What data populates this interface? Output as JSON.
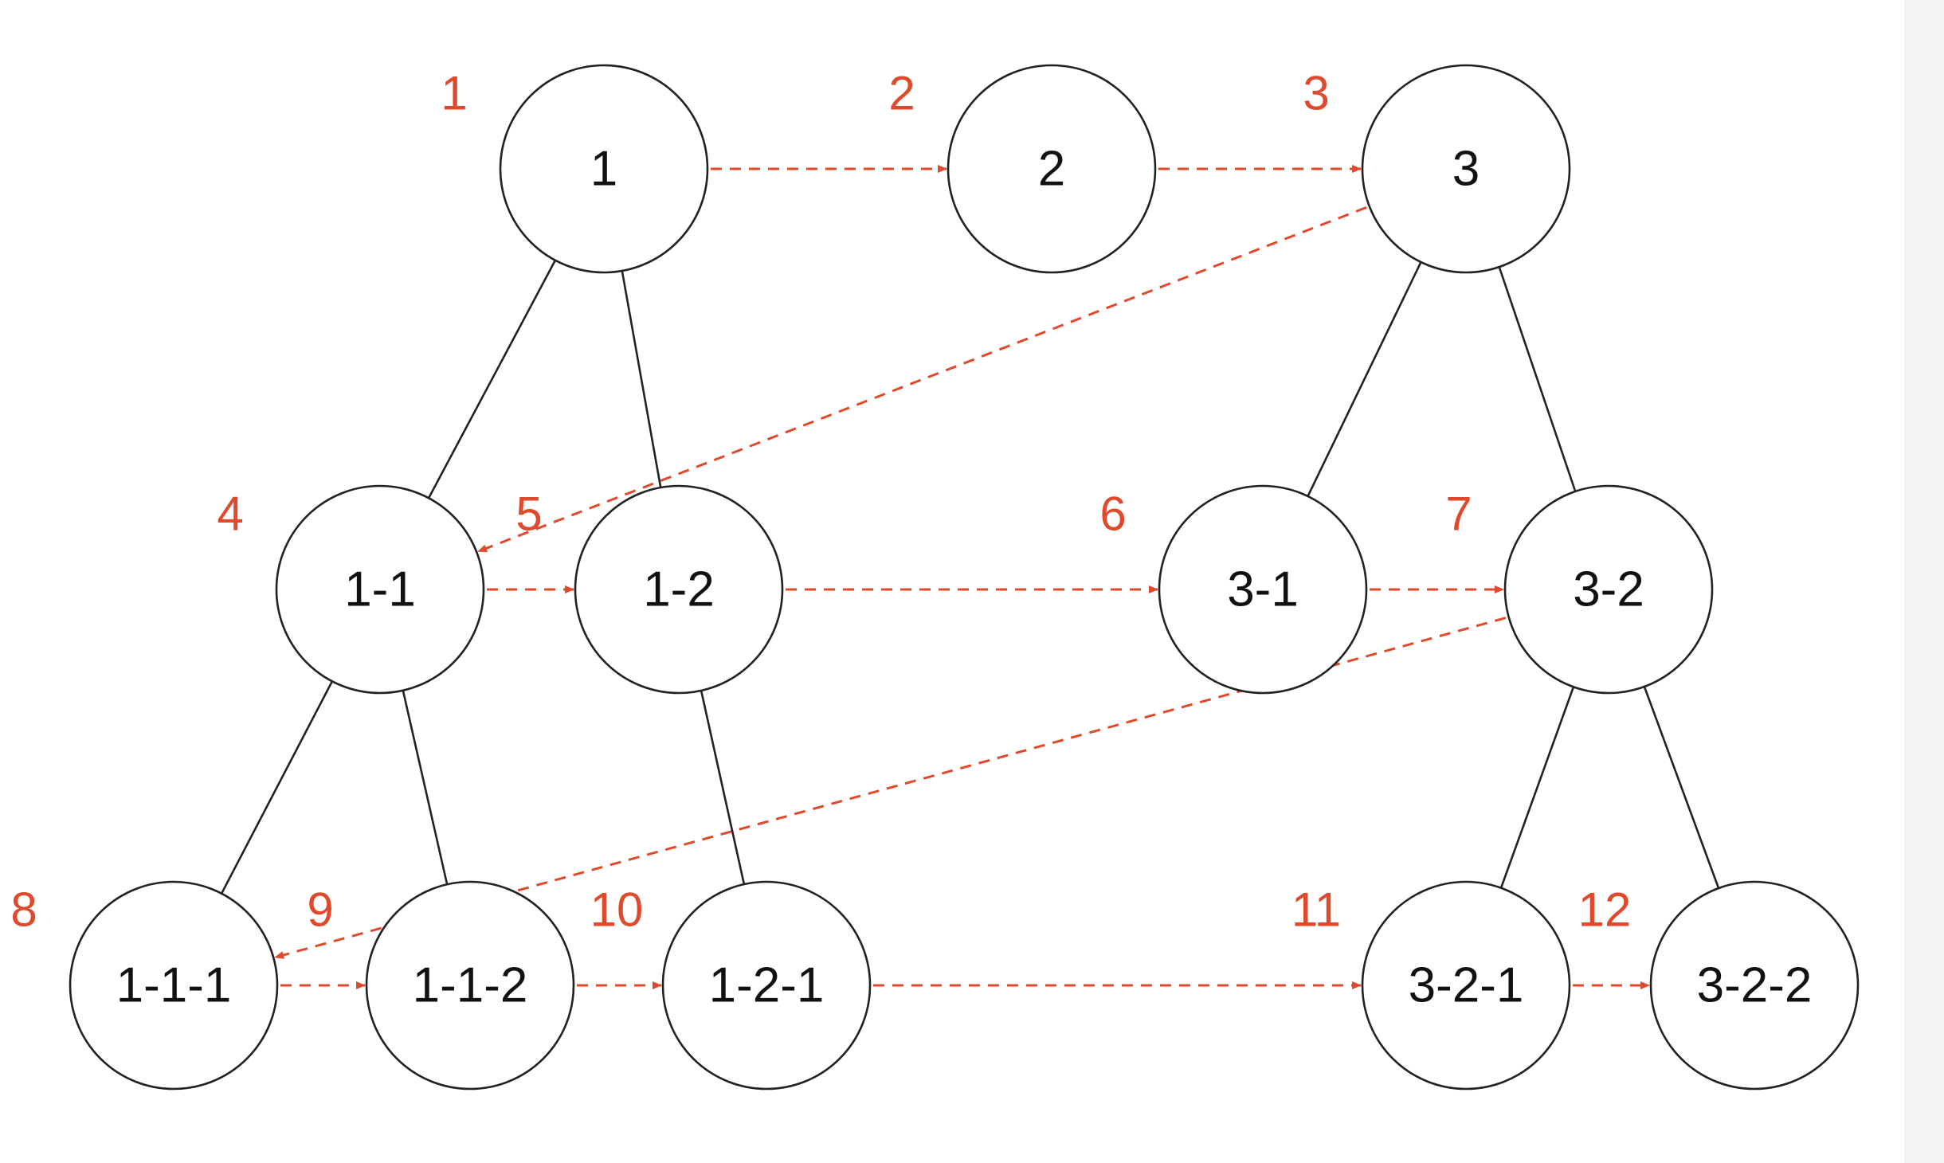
{
  "colors": {
    "accent": "#e0492b",
    "node_stroke": "#222222",
    "node_fill": "#ffffff",
    "background": "#ffffff"
  },
  "nodes": [
    {
      "id": "1",
      "label": "1",
      "order": "1"
    },
    {
      "id": "2",
      "label": "2",
      "order": "2"
    },
    {
      "id": "3",
      "label": "3",
      "order": "3"
    },
    {
      "id": "1-1",
      "label": "1-1",
      "order": "4"
    },
    {
      "id": "1-2",
      "label": "1-2",
      "order": "5"
    },
    {
      "id": "3-1",
      "label": "3-1",
      "order": "6"
    },
    {
      "id": "3-2",
      "label": "3-2",
      "order": "7"
    },
    {
      "id": "1-1-1",
      "label": "1-1-1",
      "order": "8"
    },
    {
      "id": "1-1-2",
      "label": "1-1-2",
      "order": "9"
    },
    {
      "id": "1-2-1",
      "label": "1-2-1",
      "order": "10"
    },
    {
      "id": "3-2-1",
      "label": "3-2-1",
      "order": "11"
    },
    {
      "id": "3-2-2",
      "label": "3-2-2",
      "order": "12"
    }
  ],
  "tree_edges": [
    [
      "1",
      "1-1"
    ],
    [
      "1",
      "1-2"
    ],
    [
      "3",
      "3-1"
    ],
    [
      "3",
      "3-2"
    ],
    [
      "1-1",
      "1-1-1"
    ],
    [
      "1-1",
      "1-1-2"
    ],
    [
      "1-2",
      "1-2-1"
    ],
    [
      "3-2",
      "3-2-1"
    ],
    [
      "3-2",
      "3-2-2"
    ]
  ],
  "traversal_edges": [
    [
      "1",
      "2"
    ],
    [
      "2",
      "3"
    ],
    [
      "3",
      "1-1"
    ],
    [
      "1-1",
      "1-2"
    ],
    [
      "1-2",
      "3-1"
    ],
    [
      "3-1",
      "3-2"
    ],
    [
      "3-2",
      "1-1-1"
    ],
    [
      "1-1-1",
      "1-1-2"
    ],
    [
      "1-1-2",
      "1-2-1"
    ],
    [
      "1-2-1",
      "3-2-1"
    ],
    [
      "3-2-1",
      "3-2-2"
    ]
  ]
}
